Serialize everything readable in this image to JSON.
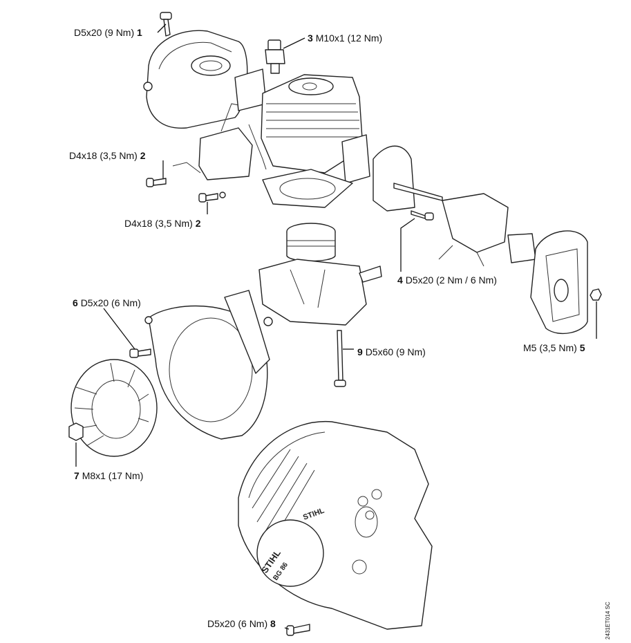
{
  "labels": {
    "l1": {
      "spec": "D5x20 (9 Nm)",
      "num": "1"
    },
    "l2a": {
      "spec": "D4x18 (3,5 Nm)",
      "num": "2"
    },
    "l2b": {
      "spec": "D4x18 (3,5 Nm)",
      "num": "2"
    },
    "l3": {
      "num": "3",
      "spec": "M10x1 (12 Nm)"
    },
    "l4": {
      "num": "4",
      "spec": "D5x20 (2 Nm / 6 Nm)"
    },
    "l5": {
      "spec": "M5 (3,5 Nm)",
      "num": "5"
    },
    "l6": {
      "num": "6",
      "spec": "D5x20 (6 Nm)"
    },
    "l7": {
      "num": "7",
      "spec": "M8x1 (17 Nm)"
    },
    "l8": {
      "spec": "D5x20 (6 Nm)",
      "num": "8"
    },
    "l9": {
      "num": "9",
      "spec": "D5x60 (9 Nm)"
    }
  },
  "drawing_code": "2431ET014 SC",
  "brand_logo": "STIHL",
  "model_logo": "BG 86"
}
